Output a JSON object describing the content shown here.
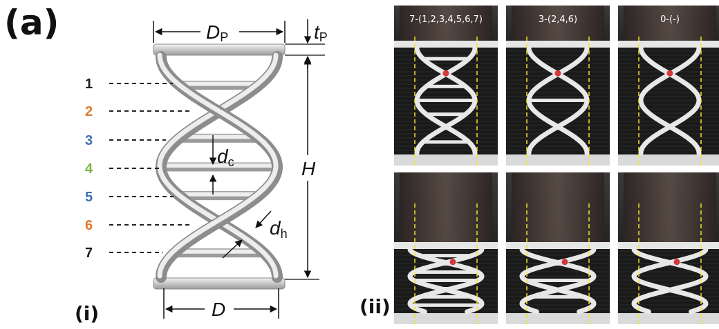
{
  "panel_label": "(a)",
  "sub_labels": {
    "left": "(i)",
    "right": "(ii)"
  },
  "rungs": [
    {
      "label": "1",
      "color": "#1a1a1a"
    },
    {
      "label": "2",
      "color": "#e07b2c"
    },
    {
      "label": "3",
      "color": "#3f6fb5"
    },
    {
      "label": "4",
      "color": "#7cb342"
    },
    {
      "label": "5",
      "color": "#3f6fb5"
    },
    {
      "label": "6",
      "color": "#e07b2c"
    },
    {
      "label": "7",
      "color": "#1a1a1a"
    }
  ],
  "dimensions": {
    "plate_diameter": {
      "main": "D",
      "sub": "P"
    },
    "plate_thickness": {
      "main": "t",
      "sub": "P"
    },
    "height": "H",
    "rung_diameter": {
      "main": "d",
      "sub": "c"
    },
    "helix_diameter": {
      "main": "d",
      "sub": "h"
    },
    "diameter": "D"
  },
  "photo_columns": [
    {
      "label": "7-(1,2,3,4,5,6,7)",
      "rungs_shown": 7
    },
    {
      "label": "3-(2,4,6)",
      "rungs_shown": 3
    },
    {
      "label": "0-(-)",
      "rungs_shown": 0
    }
  ],
  "colors": {
    "helix": "#e8e8e8",
    "marker": "#d23a3a",
    "guide_line": "#f2e51d",
    "photo_bg": "#1a1a1a"
  }
}
